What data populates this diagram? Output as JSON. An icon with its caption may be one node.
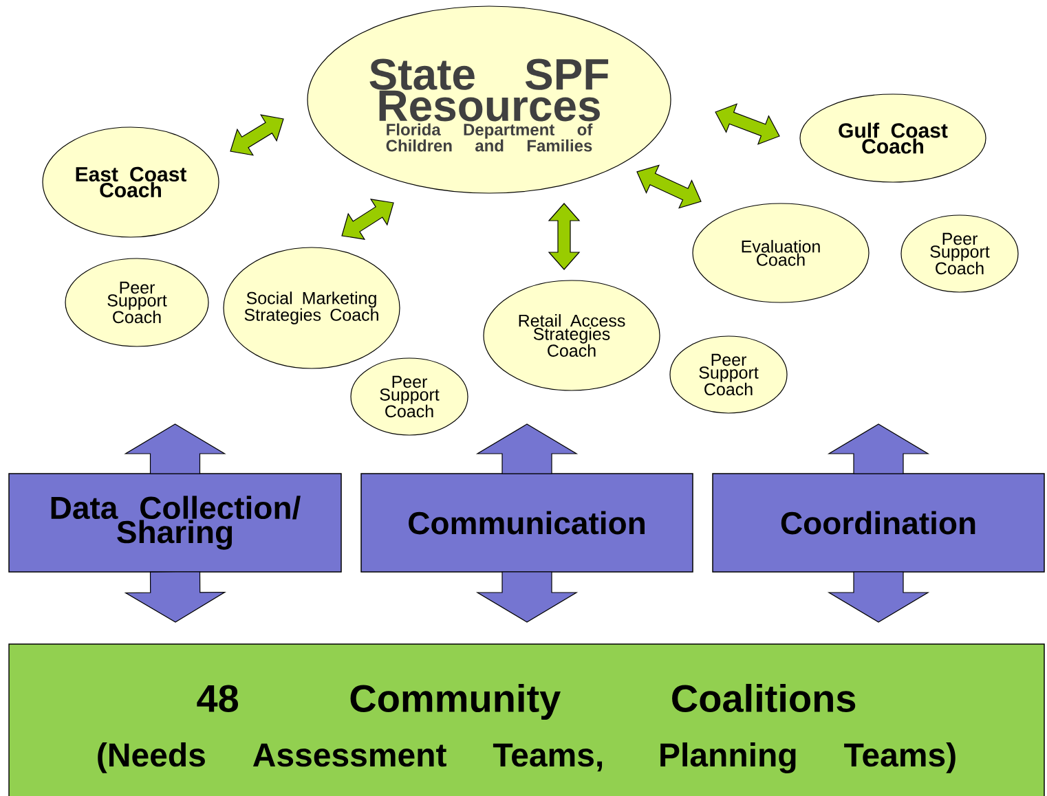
{
  "diagram": {
    "nodes": [
      {
        "text": [
          "State SPF Resources",
          "Florida Department of Children and Families"
        ]
      },
      {
        "text": [
          "Gulf Coast Coach"
        ]
      },
      {
        "text": [
          "East Coast Coach"
        ]
      },
      {
        "text": [
          "Evaluation Coach"
        ]
      },
      {
        "text": [
          "Peer Support Coach"
        ]
      },
      {
        "text": [
          "Peer Support Coach"
        ]
      },
      {
        "text": [
          "Social Marketing Strategies Coach"
        ]
      },
      {
        "text": [
          "Retail Access Strategies Coach"
        ]
      },
      {
        "text": [
          "Peer Support Coach"
        ]
      },
      {
        "text": [
          "Peer Support Coach"
        ]
      },
      {
        "text": [
          "Data Collection/ Sharing"
        ]
      },
      {
        "text": [
          "Communication"
        ]
      },
      {
        "text": [
          "Coordination"
        ]
      },
      {
        "text": [
          "48 Community Coalitions",
          "(Needs Assessment Teams, Planning Teams)"
        ]
      }
    ],
    "edges": [
      {
        "from": 0,
        "to": 2,
        "arrow": "both",
        "color": "#99cc00"
      },
      {
        "from": 0,
        "to": 1,
        "arrow": "both",
        "color": "#99cc00"
      },
      {
        "from": 0,
        "to": 6,
        "arrow": "both",
        "color": "#99cc00"
      },
      {
        "from": 0,
        "to": 7,
        "arrow": "both",
        "color": "#99cc00"
      },
      {
        "from": 0,
        "to": 3,
        "arrow": "both",
        "color": "#99cc00"
      },
      {
        "from": 10,
        "to": null,
        "arrow": "to"
      },
      {
        "from": 10,
        "to": 13,
        "arrow": "to"
      },
      {
        "from": 11,
        "to": null,
        "arrow": "to"
      },
      {
        "from": 11,
        "to": 13,
        "arrow": "to"
      },
      {
        "from": 12,
        "to": null,
        "arrow": "to"
      },
      {
        "from": 12,
        "to": 13,
        "arrow": "to"
      }
    ]
  }
}
